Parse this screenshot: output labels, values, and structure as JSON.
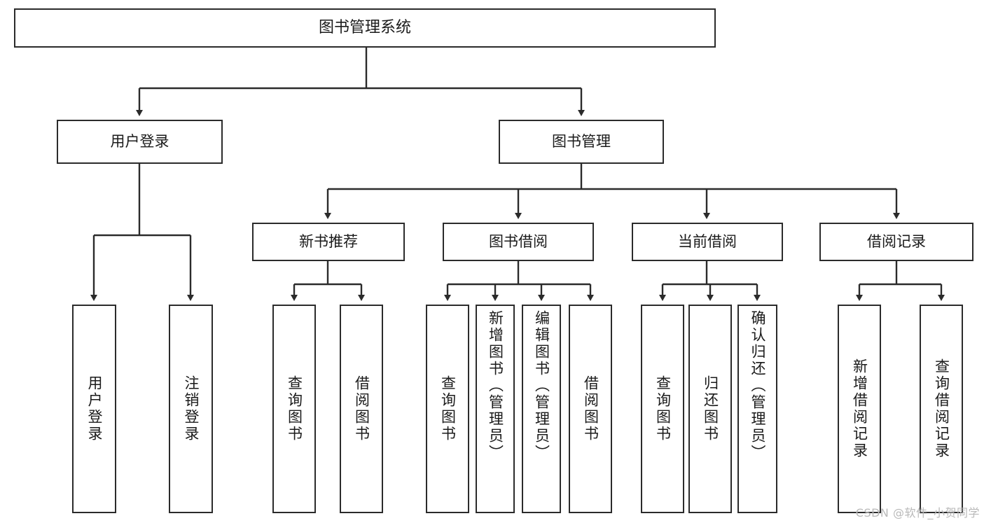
{
  "diagram": {
    "type": "tree-hierarchy",
    "title": "图书管理系统",
    "watermark": "CSDN @软件_小贺同学",
    "colors": {
      "stroke": "#2b2b2b",
      "fill": "#ffffff",
      "text": "#1a1a1a",
      "watermark": "#b9b9b9"
    },
    "nodes": {
      "root": {
        "label": "图书管理系统"
      },
      "level1": [
        {
          "id": "user-login",
          "label": "用户登录"
        },
        {
          "id": "book-manage",
          "label": "图书管理"
        }
      ],
      "level2": [
        {
          "id": "new-book-recommend",
          "label": "新书推荐"
        },
        {
          "id": "book-borrow",
          "label": "图书借阅"
        },
        {
          "id": "current-borrow",
          "label": "当前借阅"
        },
        {
          "id": "borrow-record",
          "label": "借阅记录"
        }
      ],
      "leaves": {
        "user_login": [
          {
            "id": "leaf-user-login",
            "label": "用户登录"
          },
          {
            "id": "leaf-logout",
            "label": "注销登录"
          }
        ],
        "new_book_recommend": [
          {
            "id": "leaf-query-book-1",
            "label": "查询图书"
          },
          {
            "id": "leaf-borrow-book-1",
            "label": "借阅图书"
          }
        ],
        "book_borrow": [
          {
            "id": "leaf-query-book-2",
            "label": "查询图书"
          },
          {
            "id": "leaf-add-book",
            "label": "新增图书（管理员）"
          },
          {
            "id": "leaf-edit-book",
            "label": "编辑图书（管理员）"
          },
          {
            "id": "leaf-borrow-book-2",
            "label": "借阅图书"
          }
        ],
        "current_borrow": [
          {
            "id": "leaf-query-book-3",
            "label": "查询图书"
          },
          {
            "id": "leaf-return-book",
            "label": "归还图书"
          },
          {
            "id": "leaf-confirm-return",
            "label": "确认归还（管理员）"
          }
        ],
        "borrow_record": [
          {
            "id": "leaf-add-record",
            "label": "新增借阅记录"
          },
          {
            "id": "leaf-query-record",
            "label": "查询借阅记录"
          }
        ]
      }
    }
  }
}
